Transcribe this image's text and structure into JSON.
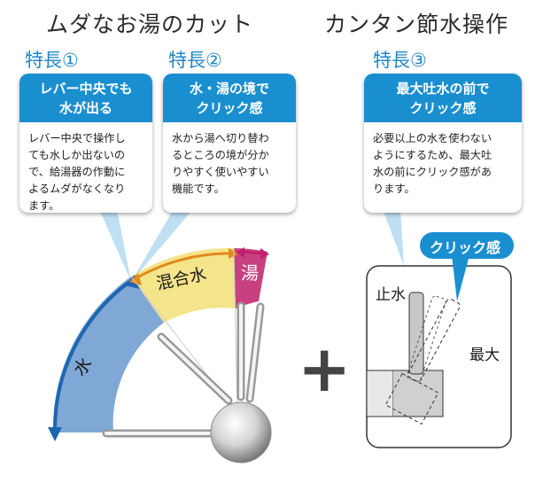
{
  "left_title": "ムダなお湯のカット",
  "right_title": "カンタン節水操作",
  "features": [
    {
      "label": "特長①",
      "head": [
        "レバー中央でも",
        "水が出る"
      ],
      "body": [
        "レバー中央で操作し",
        "ても水しか出ないの",
        "で、給湯器の作動に",
        "よるムダがなくなり",
        "ます。"
      ]
    },
    {
      "label": "特長②",
      "head": [
        "水・湯の境で",
        "クリック感"
      ],
      "body": [
        "水から湯へ切り替わ",
        "るところの境が分か",
        "りやすく使いやすい",
        "機能です。"
      ]
    },
    {
      "label": "特長③",
      "head": [
        "最大吐水の前で",
        "クリック感"
      ],
      "body": [
        "必要以上の水を使わない",
        "ようにするため、最大吐",
        "水の前にクリック感があ",
        "ります。"
      ]
    }
  ],
  "dial": {
    "water_label": "水",
    "mixed_label": "混合水",
    "hot_label": "湯",
    "colors": {
      "water": "#7fa8d6",
      "mixed": "#f4e48a",
      "hot": "#c8407f",
      "arrow": "#1e66b0",
      "hot_arrow": "#c0206e"
    }
  },
  "plus_sign": "+",
  "lever_diagram": {
    "click_bubble": "クリック感",
    "stop_label": "止水",
    "max_label": "最大",
    "colors": {
      "bubble": "#1a8fd0"
    }
  }
}
